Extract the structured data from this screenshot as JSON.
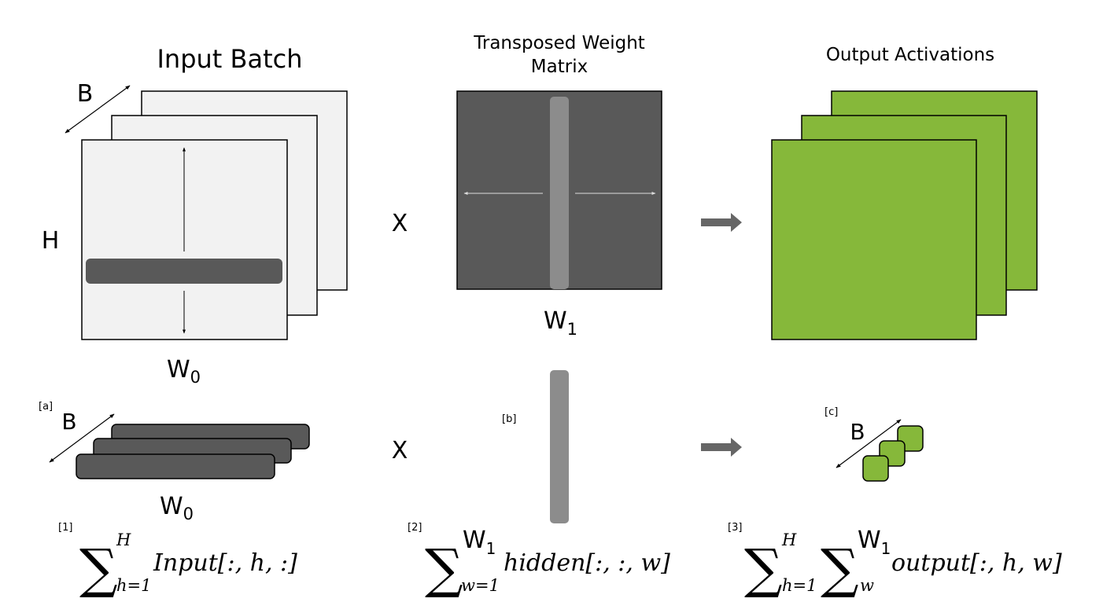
{
  "top": {
    "input_title": "Input Batch",
    "weight_title_line1": "Transposed Weight",
    "weight_title_line2": "Matrix",
    "output_title": "Output Activations",
    "dim_b": "B",
    "dim_h": "H",
    "dim_w0_base": "W",
    "dim_w0_sub": "0",
    "dim_w1_base": "W",
    "dim_w1_sub": "1",
    "times": "X"
  },
  "bottom": {
    "tag_a": "[a]",
    "tag_b": "[b]",
    "tag_c": "[c]",
    "dim_b_a": "B",
    "dim_b_c": "B",
    "dim_w0_base": "W",
    "dim_w0_sub": "0",
    "times": "X"
  },
  "formulas": {
    "f1": {
      "tag": "[1]",
      "sigma": "∑",
      "upper": "H",
      "lower": "h=1",
      "body": "Input[:, h, :]"
    },
    "f2": {
      "tag": "[2]",
      "sigma": "∑",
      "upper_base": "W",
      "upper_sub": "1",
      "lower": "w=1",
      "body": "hidden[:, :, w]"
    },
    "f3": {
      "tag": "[3]",
      "sigma1": "∑",
      "upper1": "H",
      "lower1": "h=1",
      "sigma2": "∑",
      "upper2_base": "W",
      "upper2_sub": "1",
      "lower2": "w",
      "body": "output[:, h, w]"
    }
  },
  "colors": {
    "input_fill": "#f2f2f2",
    "weight_fill": "#595959",
    "weight_strip": "#8c8c8c",
    "output_fill": "#86b83a",
    "bar_dark": "#595959",
    "arrow_gray": "#666666"
  }
}
